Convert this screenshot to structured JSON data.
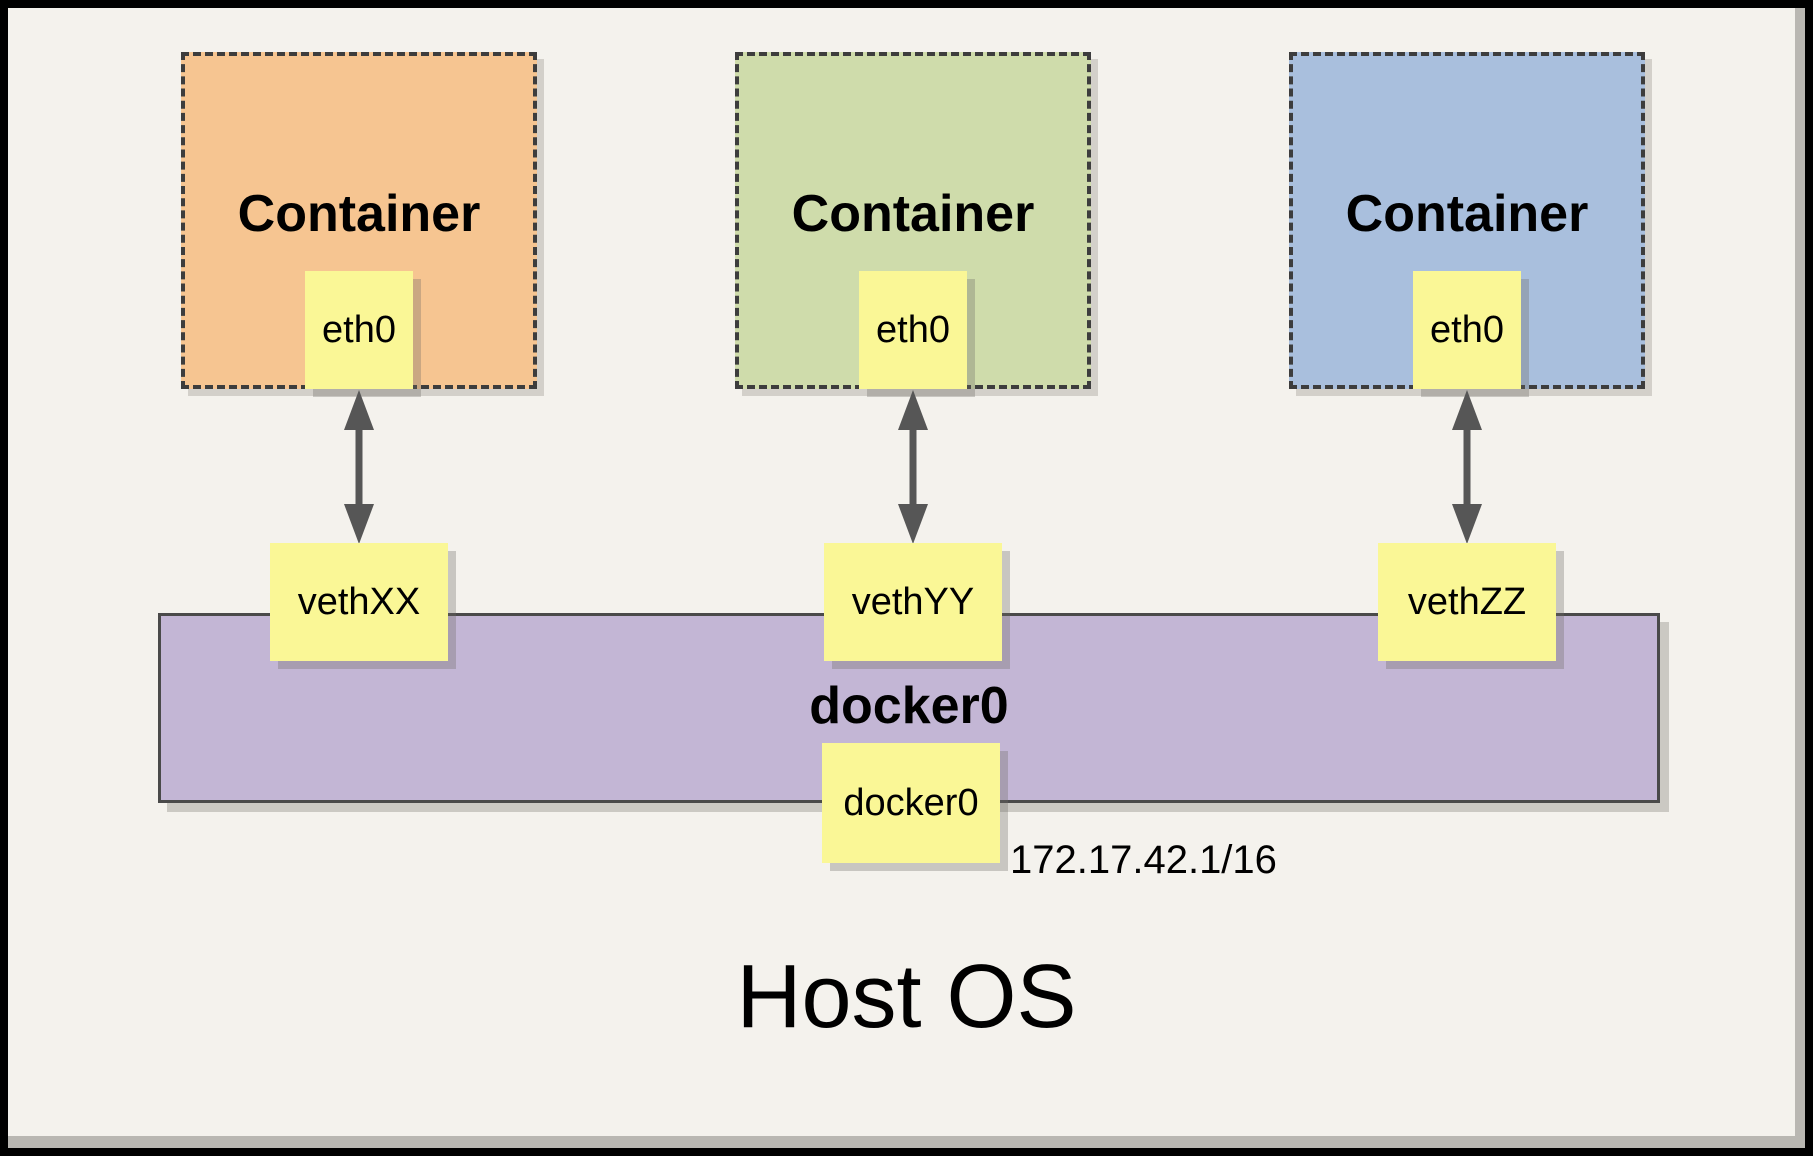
{
  "host": {
    "label": "Host OS"
  },
  "bridge": {
    "label": "docker0",
    "interface": "docker0",
    "ip": "172.17.42.1/16"
  },
  "containers": [
    {
      "label": "Container",
      "interface": "eth0",
      "veth": "vethXX"
    },
    {
      "label": "Container",
      "interface": "eth0",
      "veth": "vethYY"
    },
    {
      "label": "Container",
      "interface": "eth0",
      "veth": "vethZZ"
    }
  ],
  "colors": {
    "frame": "#000000",
    "page_background": "#f4f2ed",
    "container_orange": "#f6c591",
    "container_green": "#cfdcab",
    "container_blue": "#a9bfdd",
    "note_yellow": "#faf796",
    "bridge_purple": "#c3b6d5",
    "dashed_border": "#3d3d3d",
    "bridge_border": "#4a4a4a",
    "arrow": "#565656",
    "text": "#000000"
  }
}
